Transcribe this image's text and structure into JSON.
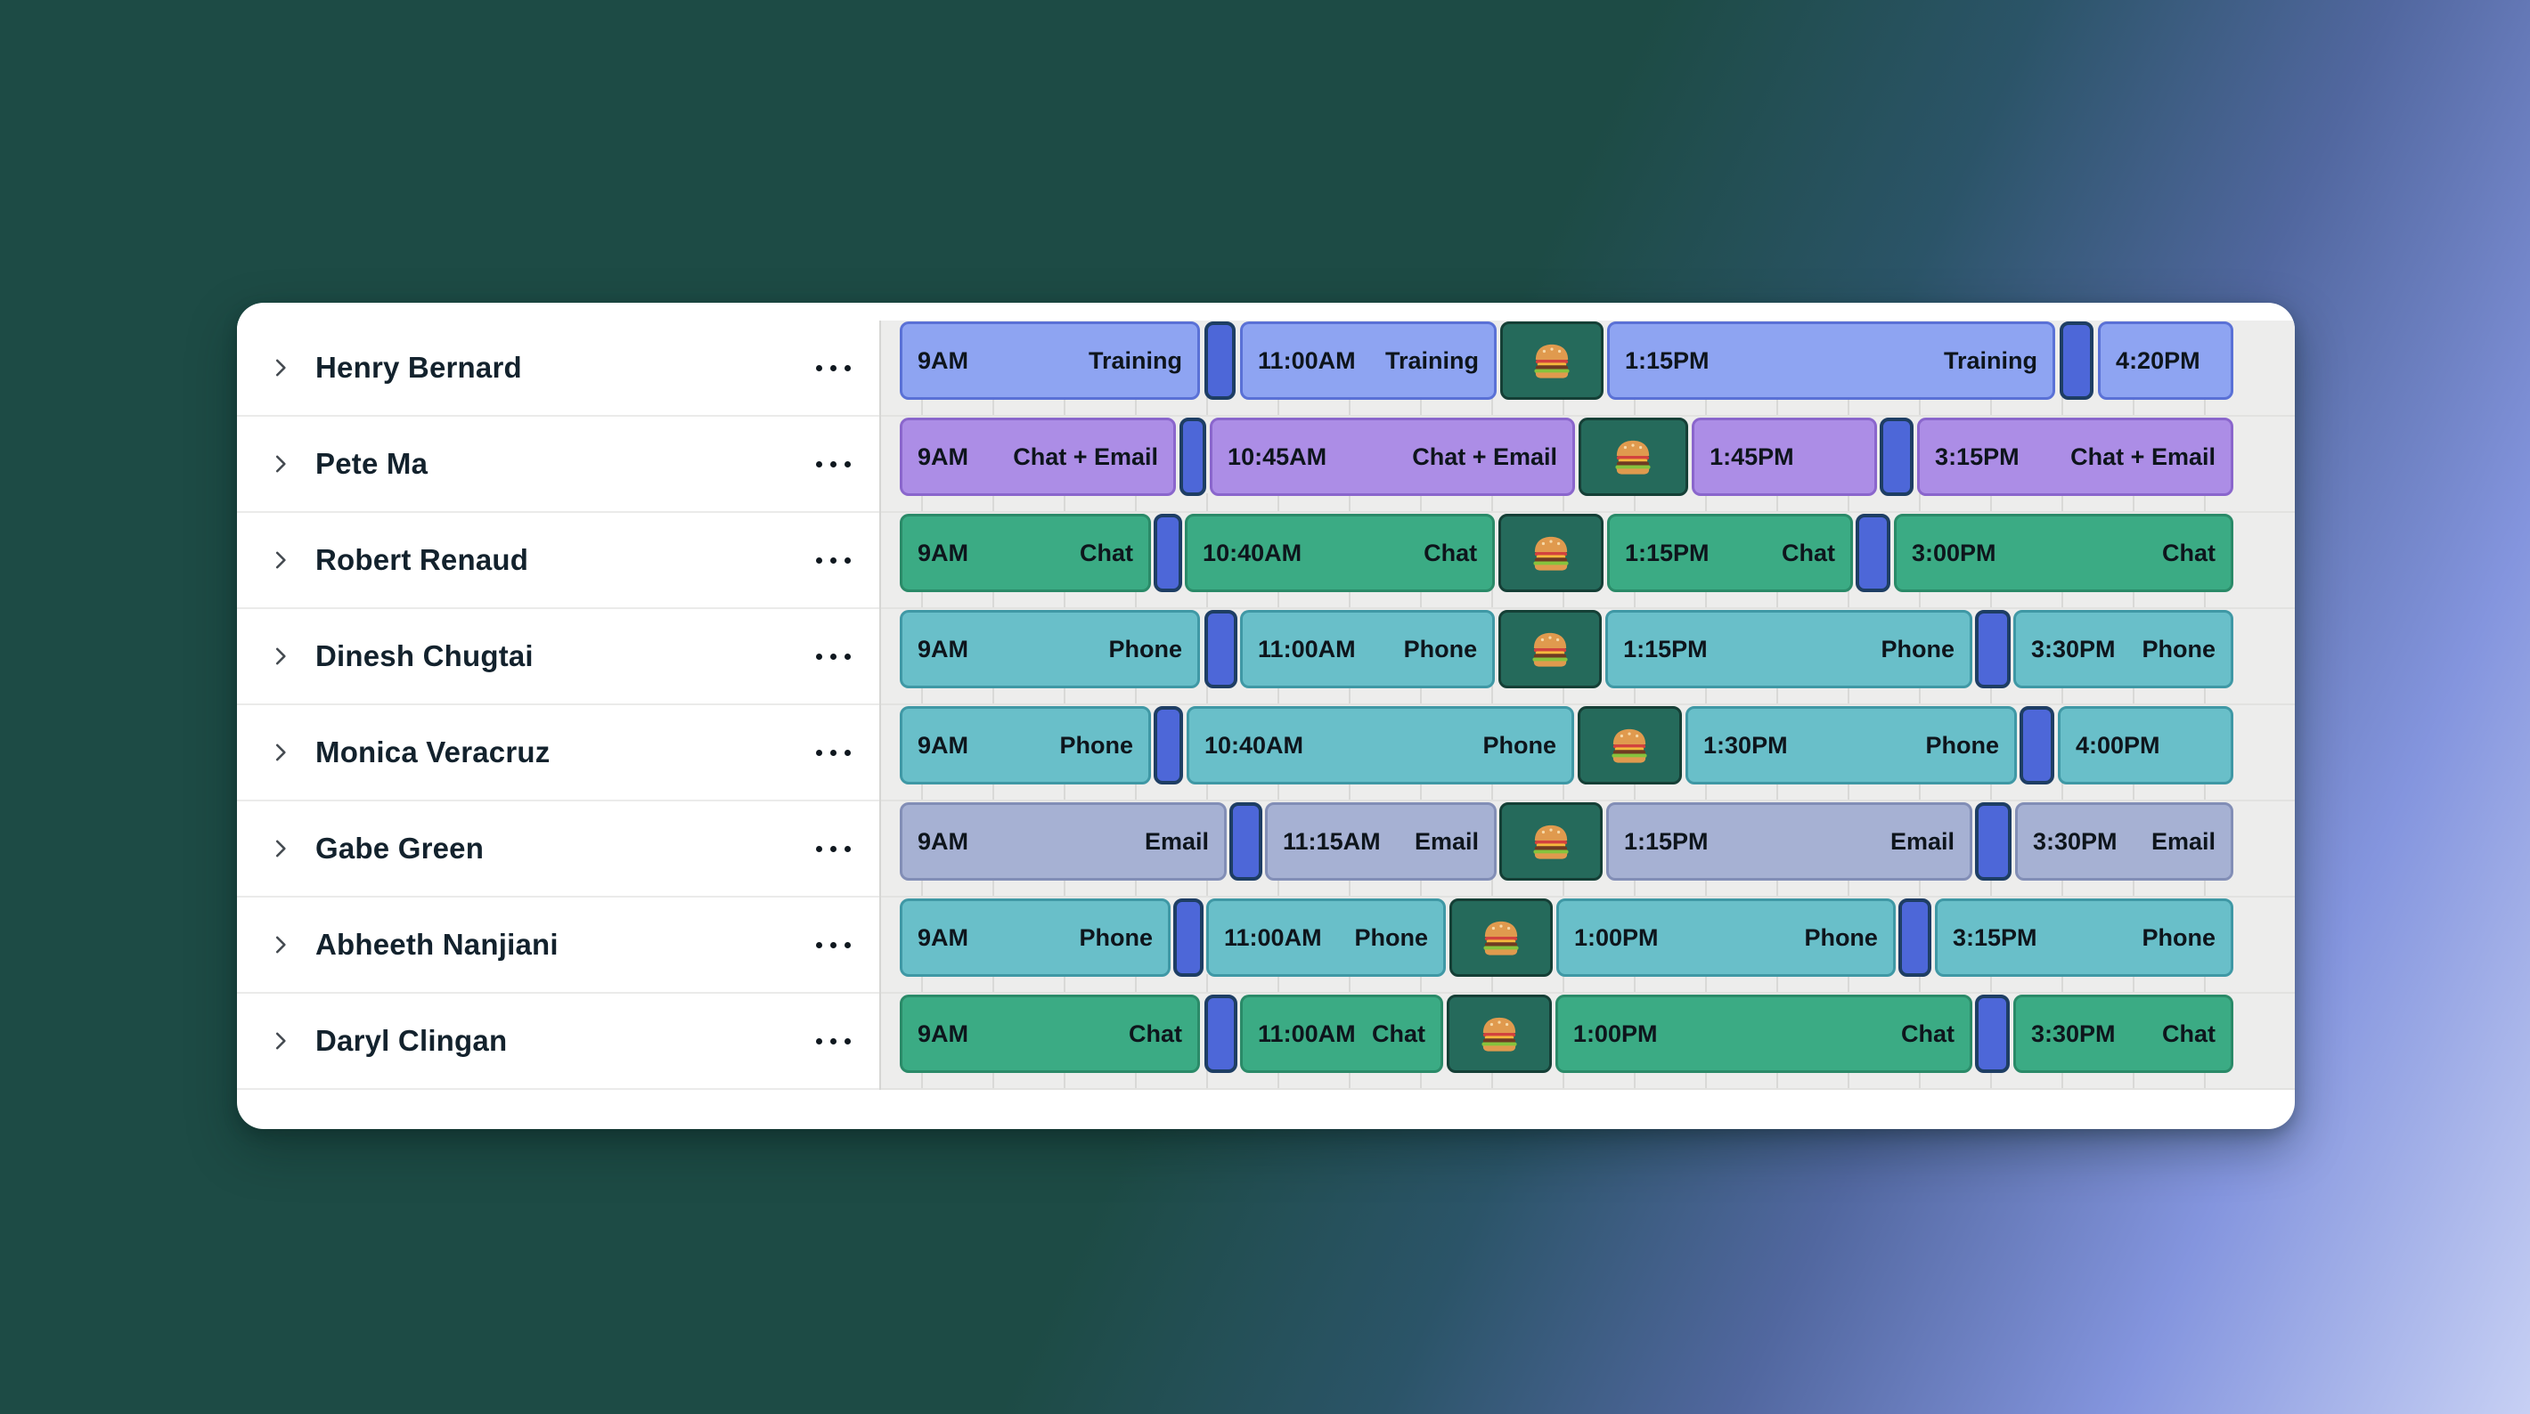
{
  "page": {
    "background": {
      "angle": "115deg",
      "stops": [
        [
          "#1d4b45",
          "0%"
        ],
        [
          "#1d4b45",
          "52%"
        ],
        [
          "#2b5468",
          "64%"
        ],
        [
          "#51679f",
          "75%"
        ],
        [
          "#8495de",
          "87%"
        ],
        [
          "#c7d0f4",
          "100%"
        ]
      ]
    }
  },
  "palette": {
    "training": {
      "fill": "#8ea4f2",
      "border": "#5a71d6"
    },
    "chat_email": {
      "fill": "#ac8de6",
      "border": "#8a66cc"
    },
    "chat": {
      "fill": "#3bab84",
      "border": "#2a8a68"
    },
    "phone": {
      "fill": "#69bfc9",
      "border": "#3f98a5"
    },
    "email": {
      "fill": "#a6b1d3",
      "border": "#828eb6"
    },
    "break": {
      "fill": "#4d67d8",
      "border": "#1e3e64"
    },
    "lunch": {
      "fill": "#256a5b",
      "border": "#153f36"
    },
    "timeline_bg": "#ededec",
    "card_bg": "#ffffff",
    "tick_line": "#d9d9d7"
  },
  "icons": {
    "expand": "chevron-right",
    "row_menu": "ellipsis",
    "lunch": "burger"
  },
  "rows": [
    {
      "name": "Henry Bernard",
      "segments": [
        {
          "kind": "shift",
          "color": "training",
          "time": "9AM",
          "activity": "Training",
          "left": 0,
          "width": 22.51
        },
        {
          "kind": "break",
          "color": "break",
          "left": 22.85,
          "width": 2.34
        },
        {
          "kind": "shift",
          "color": "training",
          "time": "11:00AM",
          "activity": "Training",
          "left": 25.52,
          "width": 19.24
        },
        {
          "kind": "lunch",
          "color": "lunch",
          "icon": "burger",
          "left": 45.02,
          "width": 7.75
        },
        {
          "kind": "shift",
          "color": "training",
          "time": "1:15PM",
          "activity": "Training",
          "left": 53.04,
          "width": 33.6
        },
        {
          "kind": "break",
          "color": "break",
          "left": 86.97,
          "width": 2.54
        },
        {
          "kind": "shift",
          "color": "training",
          "time": "4:20PM",
          "activity": "",
          "left": 89.85,
          "width": 10.15
        }
      ]
    },
    {
      "name": "Pete Ma",
      "segments": [
        {
          "kind": "shift",
          "color": "chat_email",
          "time": "9AM",
          "activity": "Chat + Email",
          "left": 0,
          "width": 20.71
        },
        {
          "kind": "break",
          "color": "break",
          "left": 20.97,
          "width": 2.0
        },
        {
          "kind": "shift",
          "color": "chat_email",
          "time": "10:45AM",
          "activity": "Chat + Email",
          "left": 23.25,
          "width": 27.39
        },
        {
          "kind": "lunch",
          "color": "lunch",
          "icon": "burger",
          "left": 50.9,
          "width": 8.22
        },
        {
          "kind": "shift",
          "color": "chat_email",
          "time": "1:45PM",
          "activity": "",
          "left": 59.39,
          "width": 13.89
        },
        {
          "kind": "break",
          "color": "break",
          "left": 73.48,
          "width": 2.54
        },
        {
          "kind": "shift",
          "color": "chat_email",
          "time": "3:15PM",
          "activity": "Chat + Email",
          "left": 76.29,
          "width": 23.71
        }
      ]
    },
    {
      "name": "Robert Renaud",
      "segments": [
        {
          "kind": "shift",
          "color": "chat",
          "time": "9AM",
          "activity": "Chat",
          "left": 0,
          "width": 18.84
        },
        {
          "kind": "break",
          "color": "break",
          "left": 19.04,
          "width": 2.14
        },
        {
          "kind": "shift",
          "color": "chat",
          "time": "10:40AM",
          "activity": "Chat",
          "left": 21.38,
          "width": 23.25
        },
        {
          "kind": "lunch",
          "color": "lunch",
          "icon": "burger",
          "left": 44.89,
          "width": 7.88
        },
        {
          "kind": "shift",
          "color": "chat",
          "time": "1:15PM",
          "activity": "Chat",
          "left": 53.04,
          "width": 18.44
        },
        {
          "kind": "break",
          "color": "break",
          "left": 71.68,
          "width": 2.61
        },
        {
          "kind": "shift",
          "color": "chat",
          "time": "3:00PM",
          "activity": "Chat",
          "left": 74.55,
          "width": 25.45
        }
      ]
    },
    {
      "name": "Dinesh Chugtai",
      "segments": [
        {
          "kind": "shift",
          "color": "phone",
          "time": "9AM",
          "activity": "Phone",
          "left": 0,
          "width": 22.51
        },
        {
          "kind": "break",
          "color": "break",
          "left": 22.85,
          "width": 2.47
        },
        {
          "kind": "shift",
          "color": "phone",
          "time": "11:00AM",
          "activity": "Phone",
          "left": 25.52,
          "width": 19.11
        },
        {
          "kind": "lunch",
          "color": "lunch",
          "icon": "burger",
          "left": 44.89,
          "width": 7.75
        },
        {
          "kind": "shift",
          "color": "phone",
          "time": "1:15PM",
          "activity": "Phone",
          "left": 52.91,
          "width": 27.52
        },
        {
          "kind": "break",
          "color": "break",
          "left": 80.63,
          "width": 2.67
        },
        {
          "kind": "shift",
          "color": "phone",
          "time": "3:30PM",
          "activity": "Phone",
          "left": 83.5,
          "width": 16.5
        }
      ]
    },
    {
      "name": "Monica Veracruz",
      "segments": [
        {
          "kind": "shift",
          "color": "phone",
          "time": "9AM",
          "activity": "Phone",
          "left": 0,
          "width": 18.84
        },
        {
          "kind": "break",
          "color": "break",
          "left": 19.04,
          "width": 2.2
        },
        {
          "kind": "shift",
          "color": "phone",
          "time": "10:40AM",
          "activity": "Phone",
          "left": 21.51,
          "width": 29.06
        },
        {
          "kind": "lunch",
          "color": "lunch",
          "icon": "burger",
          "left": 50.83,
          "width": 7.82
        },
        {
          "kind": "shift",
          "color": "phone",
          "time": "1:30PM",
          "activity": "Phone",
          "left": 58.92,
          "width": 24.85
        },
        {
          "kind": "break",
          "color": "break",
          "left": 83.97,
          "width": 2.6
        },
        {
          "kind": "shift",
          "color": "phone",
          "time": "4:00PM",
          "activity": "",
          "left": 86.84,
          "width": 13.16
        }
      ]
    },
    {
      "name": "Gabe Green",
      "segments": [
        {
          "kind": "shift",
          "color": "email",
          "time": "9AM",
          "activity": "Email",
          "left": 0,
          "width": 24.52
        },
        {
          "kind": "break",
          "color": "break",
          "left": 24.72,
          "width": 2.47
        },
        {
          "kind": "shift",
          "color": "email",
          "time": "11:15AM",
          "activity": "Email",
          "left": 27.39,
          "width": 17.37
        },
        {
          "kind": "lunch",
          "color": "lunch",
          "icon": "burger",
          "left": 44.96,
          "width": 7.75
        },
        {
          "kind": "shift",
          "color": "email",
          "time": "1:15PM",
          "activity": "Email",
          "left": 52.97,
          "width": 27.46
        },
        {
          "kind": "break",
          "color": "break",
          "left": 80.63,
          "width": 2.74
        },
        {
          "kind": "shift",
          "color": "email",
          "time": "3:30PM",
          "activity": "Email",
          "left": 83.63,
          "width": 16.37
        }
      ]
    },
    {
      "name": "Abheeth Nanjiani",
      "segments": [
        {
          "kind": "shift",
          "color": "phone",
          "time": "9AM",
          "activity": "Phone",
          "left": 0,
          "width": 20.31
        },
        {
          "kind": "break",
          "color": "break",
          "left": 20.51,
          "width": 2.27
        },
        {
          "kind": "shift",
          "color": "phone",
          "time": "11:00AM",
          "activity": "Phone",
          "left": 22.98,
          "width": 17.97
        },
        {
          "kind": "lunch",
          "color": "lunch",
          "icon": "burger",
          "left": 41.22,
          "width": 7.74
        },
        {
          "kind": "shift",
          "color": "phone",
          "time": "1:00PM",
          "activity": "Phone",
          "left": 49.23,
          "width": 25.45
        },
        {
          "kind": "break",
          "color": "break",
          "left": 74.88,
          "width": 2.47
        },
        {
          "kind": "shift",
          "color": "phone",
          "time": "3:15PM",
          "activity": "Phone",
          "left": 77.62,
          "width": 22.38
        }
      ]
    },
    {
      "name": "Daryl Clingan",
      "segments": [
        {
          "kind": "shift",
          "color": "chat",
          "time": "9AM",
          "activity": "Chat",
          "left": 0,
          "width": 22.51
        },
        {
          "kind": "break",
          "color": "break",
          "left": 22.85,
          "width": 2.47
        },
        {
          "kind": "shift",
          "color": "chat",
          "time": "11:00AM",
          "activity": "Chat",
          "left": 25.52,
          "width": 15.23
        },
        {
          "kind": "lunch",
          "color": "lunch",
          "icon": "burger",
          "left": 41.02,
          "width": 7.88
        },
        {
          "kind": "shift",
          "color": "chat",
          "time": "1:00PM",
          "activity": "Chat",
          "left": 49.16,
          "width": 31.27
        },
        {
          "kind": "break",
          "color": "break",
          "left": 80.63,
          "width": 2.6
        },
        {
          "kind": "shift",
          "color": "chat",
          "time": "3:30PM",
          "activity": "Chat",
          "left": 83.5,
          "width": 16.5
        }
      ]
    }
  ]
}
